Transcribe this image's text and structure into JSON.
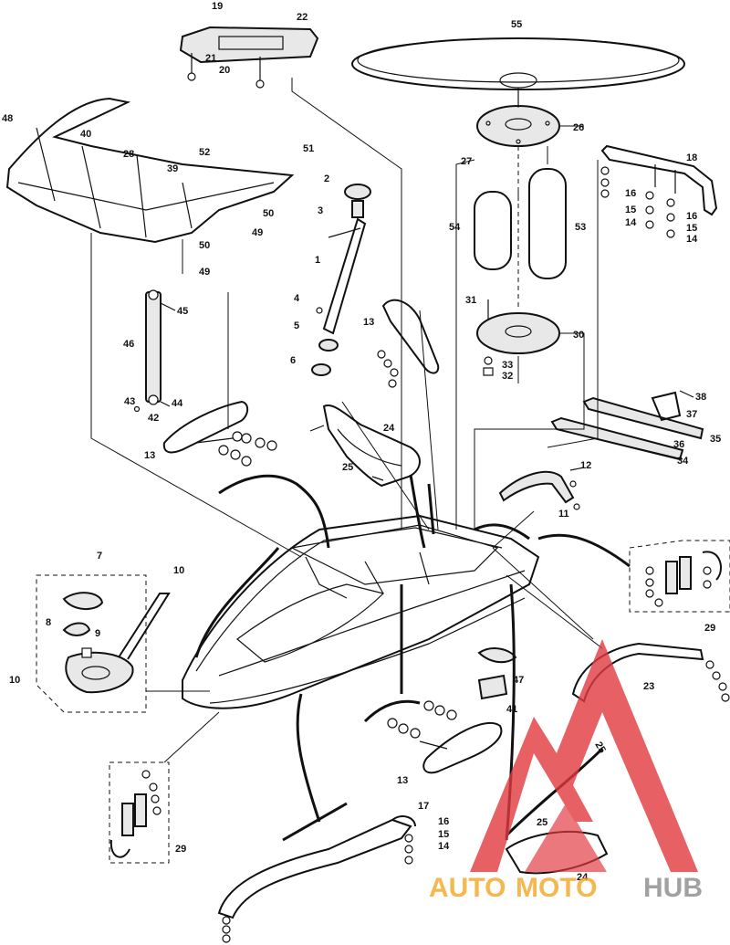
{
  "callouts": {
    "c1": "1",
    "c2": "2",
    "c3": "3",
    "c4": "4",
    "c5": "5",
    "c6": "6",
    "c7": "7",
    "c8": "8",
    "c9": "9",
    "c10a": "10",
    "c10b": "10",
    "c11": "11",
    "c12": "12",
    "c13a": "13",
    "c13b": "13",
    "c13c": "13",
    "c14a": "14",
    "c14b": "14",
    "c14c": "14",
    "c15a": "15",
    "c15b": "15",
    "c15c": "15",
    "c16a": "16",
    "c16b": "16",
    "c16c": "16",
    "c17": "17",
    "c18": "18",
    "c19": "19",
    "c20": "20",
    "c21": "21",
    "c22": "22",
    "c23": "23",
    "c24a": "24",
    "c24b": "24",
    "c25a": "25",
    "c25b": "25",
    "c25c": "25",
    "c26": "26",
    "c27": "27",
    "c28": "28",
    "c29a": "29",
    "c29b": "29",
    "c30": "30",
    "c31": "31",
    "c32": "32",
    "c33": "33",
    "c34": "34",
    "c35": "35",
    "c36": "36",
    "c37": "37",
    "c38": "38",
    "c39": "39",
    "c40": "40",
    "c41": "41",
    "c42": "42",
    "c43": "43",
    "c44": "44",
    "c45": "45",
    "c46": "46",
    "c47": "47",
    "c48": "48",
    "c49a": "49",
    "c49b": "49",
    "c50a": "50",
    "c50b": "50",
    "c51": "51",
    "c52": "52",
    "c53": "53",
    "c54": "54",
    "c55": "55"
  },
  "watermark": {
    "auto": "AUTO",
    "moto": "MOTO",
    "hub": "HUB",
    "color_red": "#e0393e",
    "color_orange": "#f5a623",
    "color_gray": "#8a8a8a"
  }
}
